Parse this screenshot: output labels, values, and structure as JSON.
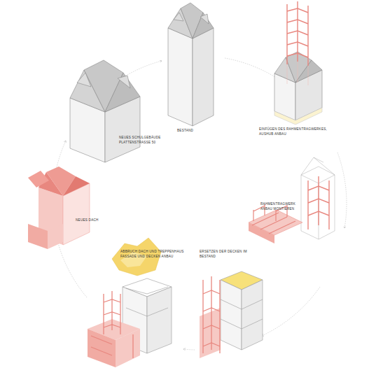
{
  "diagram": {
    "labels": [
      "BESTAND",
      "EINFÜGEN DES RAHMENTRAGWERKES, AUSHUB ANBAU",
      "RAHMENTRAGWERK ANBAU MONTIEREN",
      "ERSETZEN DER DECKEN IM BESTAND",
      "ABBRUCH DACH UND TREPPENHAUS FASSADE UND DECKEN ANBAU",
      "NEUES DACH",
      "NEUES SCHULGEBÄUDE PLATTENSTRASSE 50"
    ]
  }
}
